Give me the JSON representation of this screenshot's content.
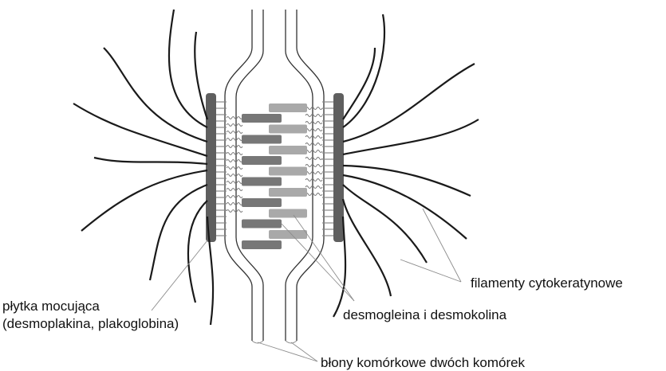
{
  "diagram": {
    "labels": {
      "plaque": "płytka mocująca",
      "plaque_detail": "(desmoplakina, plakoglobina)",
      "cadherins": "desmogleina i desmokolina",
      "filaments": "filamenty cytokeratynowe",
      "membranes": "błony komórkowe dwóch komórek"
    },
    "colors": {
      "plaque": "#5f5f5f",
      "cadherin_dark": "#777777",
      "cadherin_light": "#a9a9a9",
      "membrane": "#333333",
      "filament": "#1a1a1a",
      "leader": "#8c8c8c"
    }
  }
}
